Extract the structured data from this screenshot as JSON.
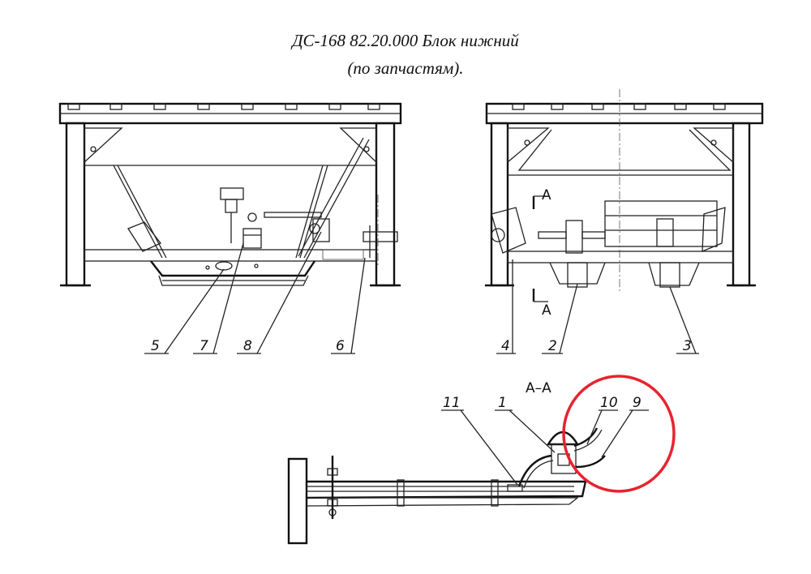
{
  "title": {
    "line1": "ДС-168 82.20.000 Блок нижний",
    "line2": "(по запчастям)."
  },
  "section": {
    "label": "A–A",
    "mark": "A"
  },
  "callouts": {
    "c1": "1",
    "c2": "2",
    "c3": "3",
    "c4": "4",
    "c5": "5",
    "c6": "6",
    "c7": "7",
    "c8": "8",
    "c9": "9",
    "c10": "10",
    "c11": "11"
  },
  "highlight_color": "#e8232f"
}
